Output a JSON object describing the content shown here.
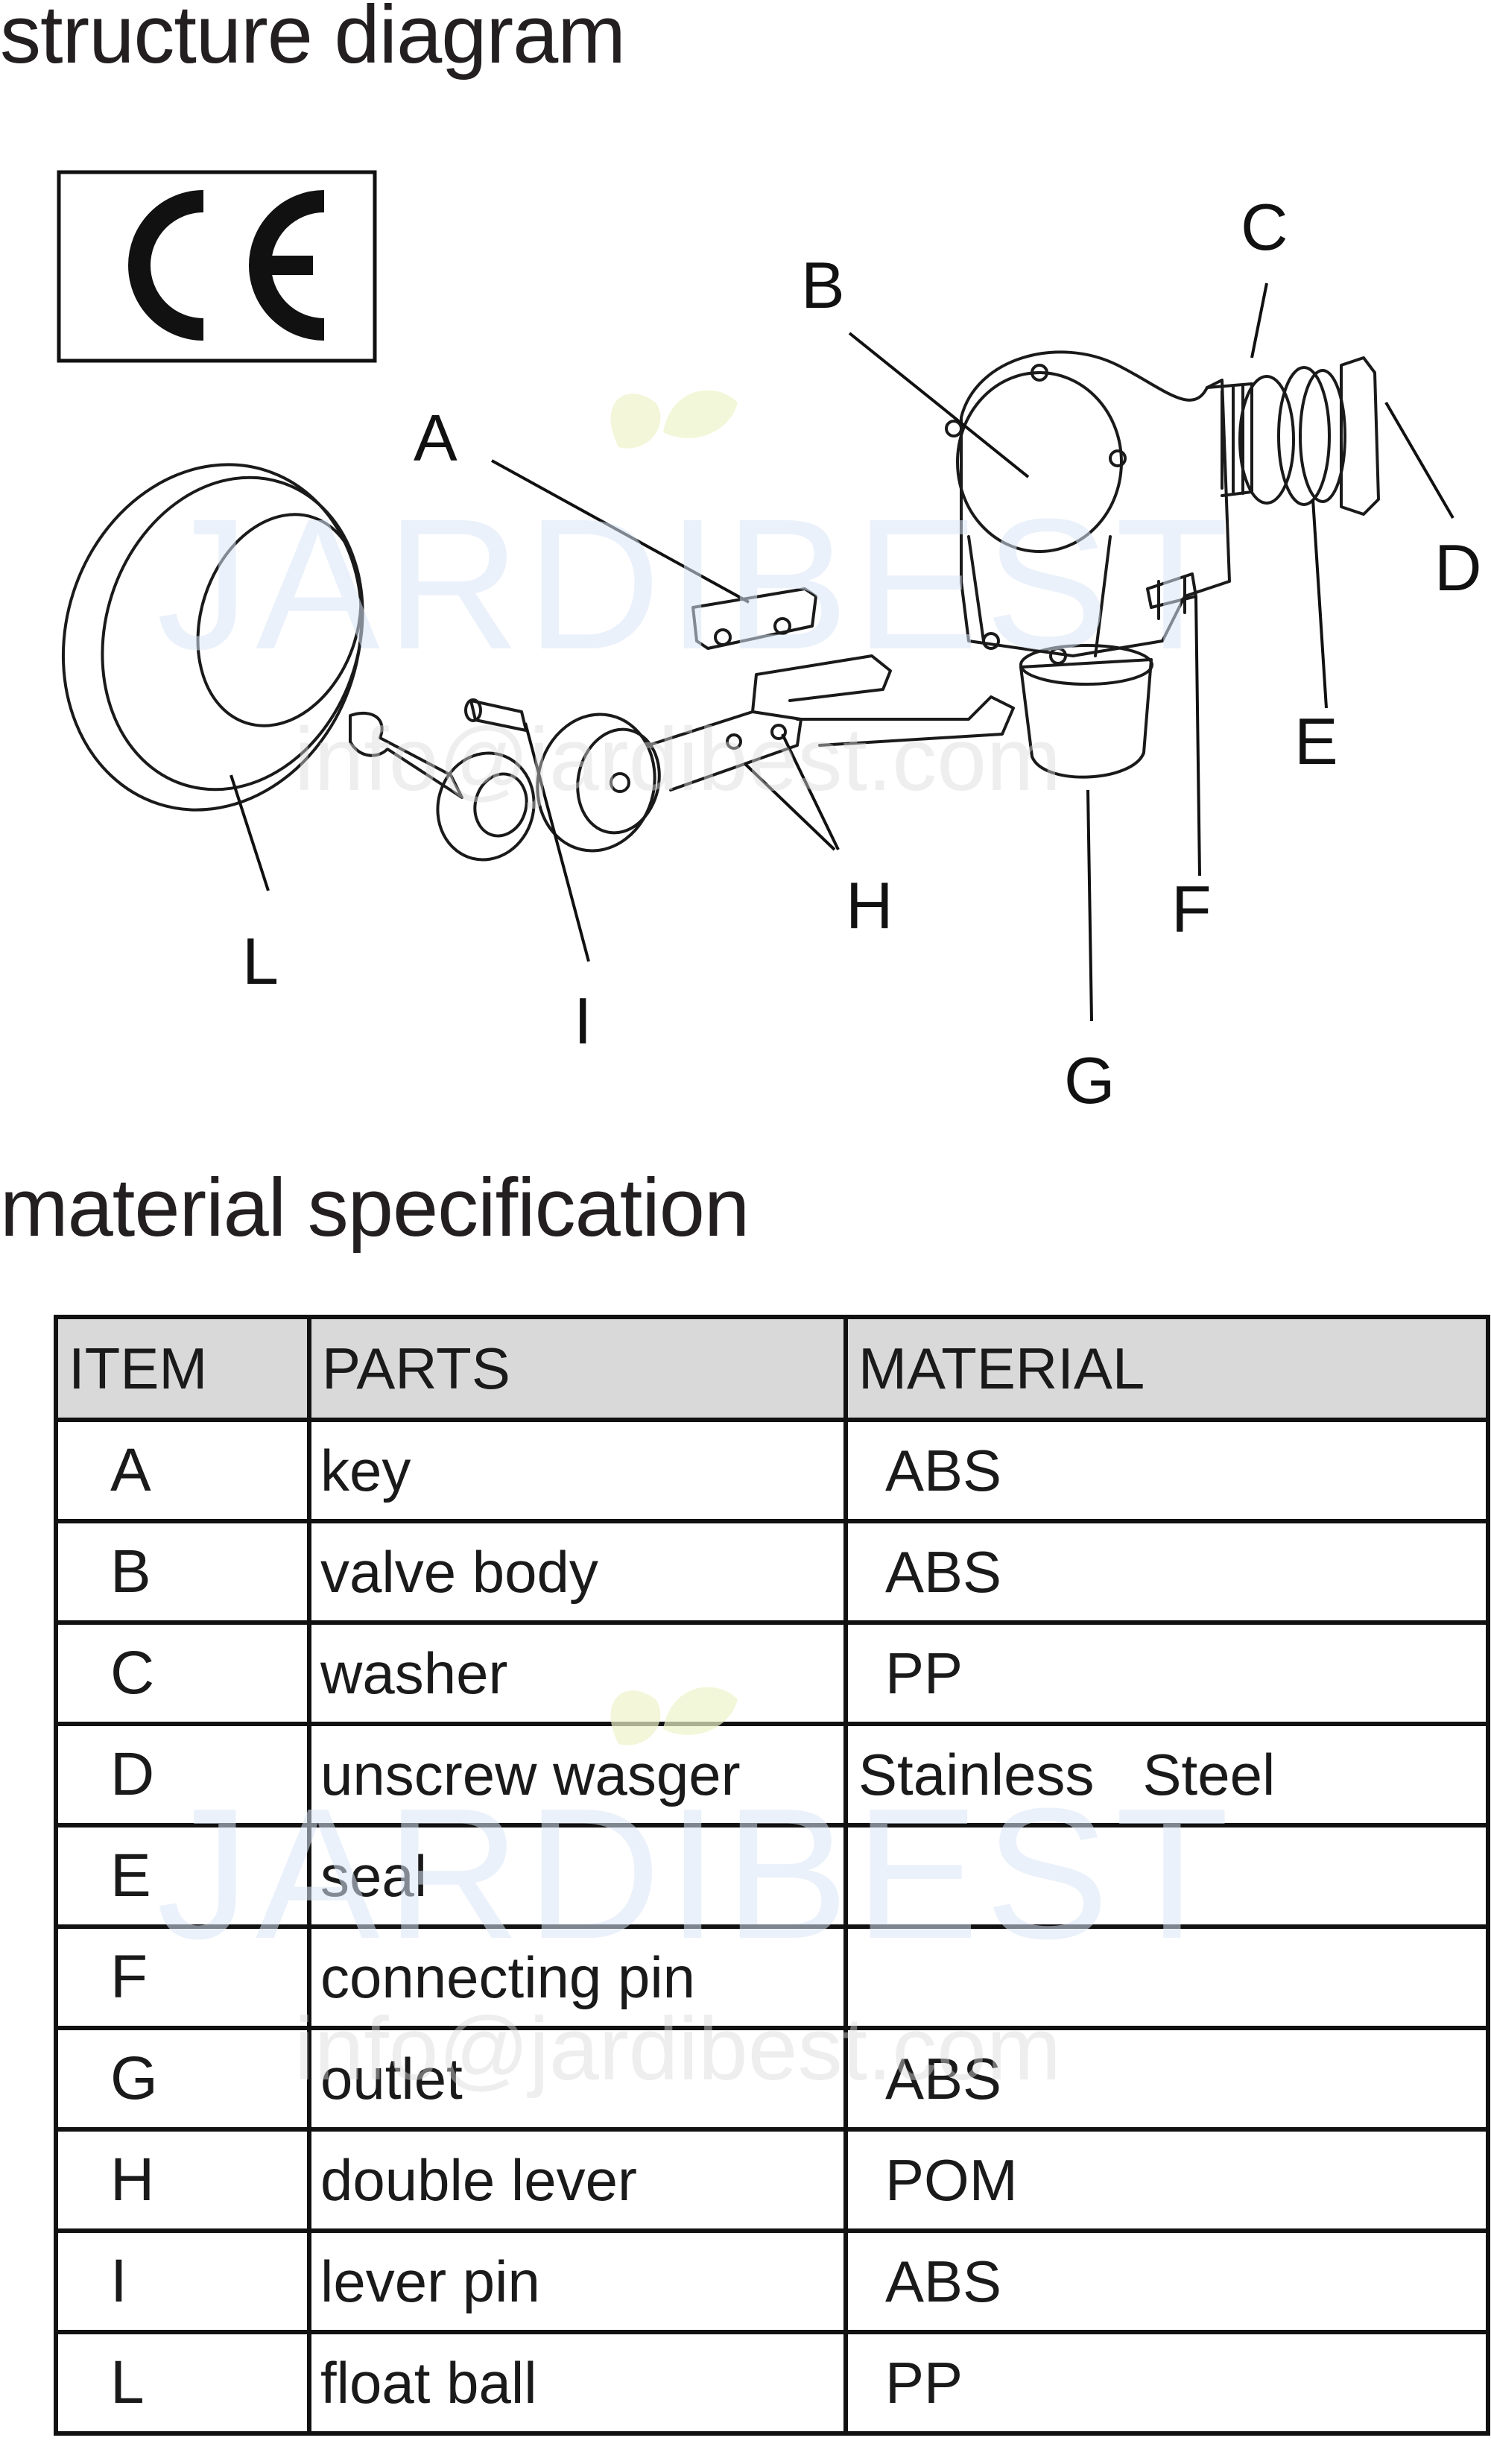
{
  "headings": {
    "structure": "structure diagram",
    "material": "material specification"
  },
  "mark": "CE",
  "watermark": {
    "brand": "JARDIBEST",
    "email": "info@jardibest.com"
  },
  "callouts": [
    "A",
    "B",
    "C",
    "D",
    "E",
    "F",
    "G",
    "H",
    "I",
    "L"
  ],
  "table": {
    "headers": [
      "ITEM",
      "PARTS",
      "MATERIAL"
    ],
    "rows": [
      {
        "item": "A",
        "part": "key",
        "material": "ABS"
      },
      {
        "item": "B",
        "part": "valve body",
        "material": "ABS"
      },
      {
        "item": "C",
        "part": "washer",
        "material": "PP"
      },
      {
        "item": "D",
        "part": "unscrew wasger",
        "material": "Stainless   Steel"
      },
      {
        "item": "E",
        "part": "seal",
        "material": ""
      },
      {
        "item": "F",
        "part": "connecting pin",
        "material": ""
      },
      {
        "item": "G",
        "part": "outlet",
        "material": "ABS"
      },
      {
        "item": "H",
        "part": "double lever",
        "material": "POM"
      },
      {
        "item": "I",
        "part": "lever pin",
        "material": "ABS"
      },
      {
        "item": "L",
        "part": "float ball",
        "material": "PP"
      }
    ]
  }
}
